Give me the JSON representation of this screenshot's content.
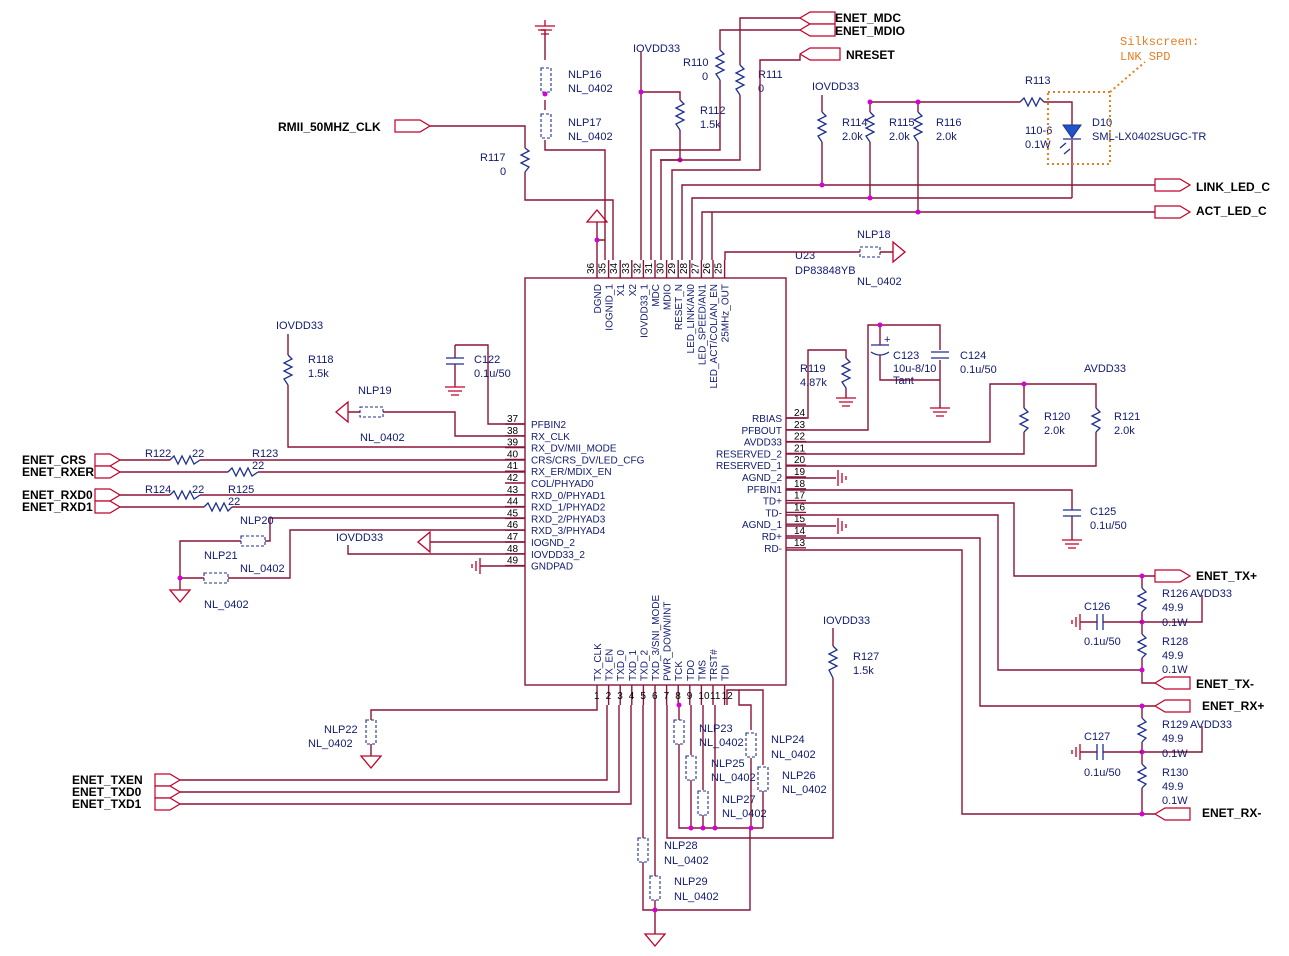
{
  "chip": {
    "ref": "U23",
    "part": "DP83848YB",
    "top_pins": [
      {
        "num": "36",
        "name": "DGND"
      },
      {
        "num": "35",
        "name": "IOGNID_1"
      },
      {
        "num": "34",
        "name": "X1"
      },
      {
        "num": "33",
        "name": "X2"
      },
      {
        "num": "32",
        "name": "IOVDD33_1"
      },
      {
        "num": "31",
        "name": "MDC"
      },
      {
        "num": "30",
        "name": "MDIO"
      },
      {
        "num": "29",
        "name": "RESET_N"
      },
      {
        "num": "28",
        "name": "LED_LINK/AN0"
      },
      {
        "num": "27",
        "name": "LED_SPEED/AN1"
      },
      {
        "num": "26",
        "name": "LED_ACT/COL/AN_EN"
      },
      {
        "num": "25",
        "name": "25MHz_OUT"
      }
    ],
    "left_pins": [
      {
        "num": "37",
        "name": "PFBIN2"
      },
      {
        "num": "38",
        "name": "RX_CLK"
      },
      {
        "num": "39",
        "name": "RX_DV/MII_MODE"
      },
      {
        "num": "40",
        "name": "CRS/CRS_DV/LED_CFG"
      },
      {
        "num": "41",
        "name": "RX_ER/MDIX_EN"
      },
      {
        "num": "42",
        "name": "COL/PHYAD0"
      },
      {
        "num": "43",
        "name": "RXD_0/PHYAD1"
      },
      {
        "num": "44",
        "name": "RXD_1/PHYAD2"
      },
      {
        "num": "45",
        "name": "RXD_2/PHYAD3"
      },
      {
        "num": "46",
        "name": "RXD_3/PHYAD4"
      },
      {
        "num": "47",
        "name": "IOGND_2"
      },
      {
        "num": "48",
        "name": "IOVDD33_2"
      },
      {
        "num": "49",
        "name": "GNDPAD"
      }
    ],
    "right_pins": [
      {
        "num": "24",
        "name": "RBIAS"
      },
      {
        "num": "23",
        "name": "PFBOUT"
      },
      {
        "num": "22",
        "name": "AVDD33"
      },
      {
        "num": "21",
        "name": "RESERVED_2"
      },
      {
        "num": "20",
        "name": "RESERVED_1"
      },
      {
        "num": "19",
        "name": "AGND_2"
      },
      {
        "num": "18",
        "name": "PFBIN1"
      },
      {
        "num": "17",
        "name": "TD+"
      },
      {
        "num": "16",
        "name": "TD-"
      },
      {
        "num": "15",
        "name": "AGND_1"
      },
      {
        "num": "14",
        "name": "RD+"
      },
      {
        "num": "13",
        "name": "RD-"
      }
    ],
    "bottom_pins": [
      {
        "num": "1",
        "name": "TX_CLK"
      },
      {
        "num": "2",
        "name": "TX_EN"
      },
      {
        "num": "3",
        "name": "TXD_0"
      },
      {
        "num": "4",
        "name": "TXD_1"
      },
      {
        "num": "5",
        "name": "TXD_2"
      },
      {
        "num": "6",
        "name": "TXD_3/SNI_MODE"
      },
      {
        "num": "7",
        "name": "PWR_DOWN/INT"
      },
      {
        "num": "8",
        "name": "TCK"
      },
      {
        "num": "9",
        "name": "TDO"
      },
      {
        "num": "10",
        "name": "TMS"
      },
      {
        "num": "11",
        "name": "TRST#"
      },
      {
        "num": "12",
        "name": "TDI"
      }
    ]
  },
  "nets": {
    "enet_mdc": "ENET_MDC",
    "enet_mdio": "ENET_MDIO",
    "nreset": "NRESET",
    "rmii_clk": "RMII_50MHZ_CLK",
    "link_led": "LINK_LED_C",
    "act_led": "ACT_LED_C",
    "enet_crs": "ENET_CRS",
    "enet_rxer": "ENET_RXER",
    "enet_rxd0": "ENET_RXD0",
    "enet_rxd1": "ENET_RXD1",
    "enet_txen": "ENET_TXEN",
    "enet_txd0": "ENET_TXD0",
    "enet_txd1": "ENET_TXD1",
    "enet_txp": "ENET_TX+",
    "enet_txn": "ENET_TX-",
    "enet_rxp": "ENET_RX+",
    "enet_rxn": "ENET_RX-"
  },
  "power": {
    "iovdd": "IOVDD33",
    "avdd": "AVDD33"
  },
  "components": {
    "nlp16": {
      "ref": "NLP16",
      "val": "NL_0402"
    },
    "nlp17": {
      "ref": "NLP17",
      "val": "NL_0402"
    },
    "r110": {
      "ref": "R110",
      "val": "0"
    },
    "r111": {
      "ref": "R111",
      "val": "0"
    },
    "r112": {
      "ref": "R112",
      "val": "1.5k"
    },
    "r117": {
      "ref": "R117",
      "val": "0"
    },
    "r113": {
      "ref": "R113",
      "val": "110-6",
      "power": "0.1W"
    },
    "r114": {
      "ref": "R114",
      "val": "2.0k"
    },
    "r115": {
      "ref": "R115",
      "val": "2.0k"
    },
    "r116": {
      "ref": "R116",
      "val": "2.0k"
    },
    "d10": {
      "ref": "D10",
      "val": "SML-LX0402SUGC-TR"
    },
    "nlp18": {
      "ref": "NLP18",
      "val": "NL_0402"
    },
    "r118": {
      "ref": "R118",
      "val": "1.5k"
    },
    "c122": {
      "ref": "C122",
      "val": "0.1u/50"
    },
    "nlp19": {
      "ref": "NLP19",
      "val": "NL_0402"
    },
    "r119": {
      "ref": "R119",
      "val": "4.87k"
    },
    "c123": {
      "ref": "C123",
      "val": "10u-8/10",
      "extra": "Tant"
    },
    "c124": {
      "ref": "C124",
      "val": "0.1u/50"
    },
    "r120": {
      "ref": "R120",
      "val": "2.0k"
    },
    "r121": {
      "ref": "R121",
      "val": "2.0k"
    },
    "c125": {
      "ref": "C125",
      "val": "0.1u/50"
    },
    "r122": {
      "ref": "R122",
      "val": "22"
    },
    "r123": {
      "ref": "R123",
      "val": "22"
    },
    "r124": {
      "ref": "R124",
      "val": "22"
    },
    "r125": {
      "ref": "R125",
      "val": "22"
    },
    "nlp20": {
      "ref": "NLP20",
      "val": "NL_0402"
    },
    "nlp21": {
      "ref": "NLP21",
      "val": "NL_0402"
    },
    "r126": {
      "ref": "R126",
      "val": "49.9",
      "power": "0.1W"
    },
    "r128": {
      "ref": "R128",
      "val": "49.9",
      "power": "0.1W"
    },
    "c126": {
      "ref": "C126",
      "val": "0.1u/50"
    },
    "r129": {
      "ref": "R129",
      "val": "49.9",
      "power": "0.1W"
    },
    "r130": {
      "ref": "R130",
      "val": "49.9",
      "power": "0.1W"
    },
    "c127": {
      "ref": "C127",
      "val": "0.1u/50"
    },
    "r127": {
      "ref": "R127",
      "val": "1.5k"
    },
    "nlp22": {
      "ref": "NLP22",
      "val": "NL_0402"
    },
    "nlp23": {
      "ref": "NLP23",
      "val": "NL_0402"
    },
    "nlp24": {
      "ref": "NLP24",
      "val": "NL_0402"
    },
    "nlp25": {
      "ref": "NLP25",
      "val": "NL_0402"
    },
    "nlp26": {
      "ref": "NLP26",
      "val": "NL_0402"
    },
    "nlp27": {
      "ref": "NLP27",
      "val": "NL_0402"
    },
    "nlp28": {
      "ref": "NLP28",
      "val": "NL_0402"
    },
    "nlp29": {
      "ref": "NLP29",
      "val": "NL_0402"
    }
  },
  "silkscreen": {
    "line1": "Silkscreen:",
    "line2": "LNK SPD"
  }
}
